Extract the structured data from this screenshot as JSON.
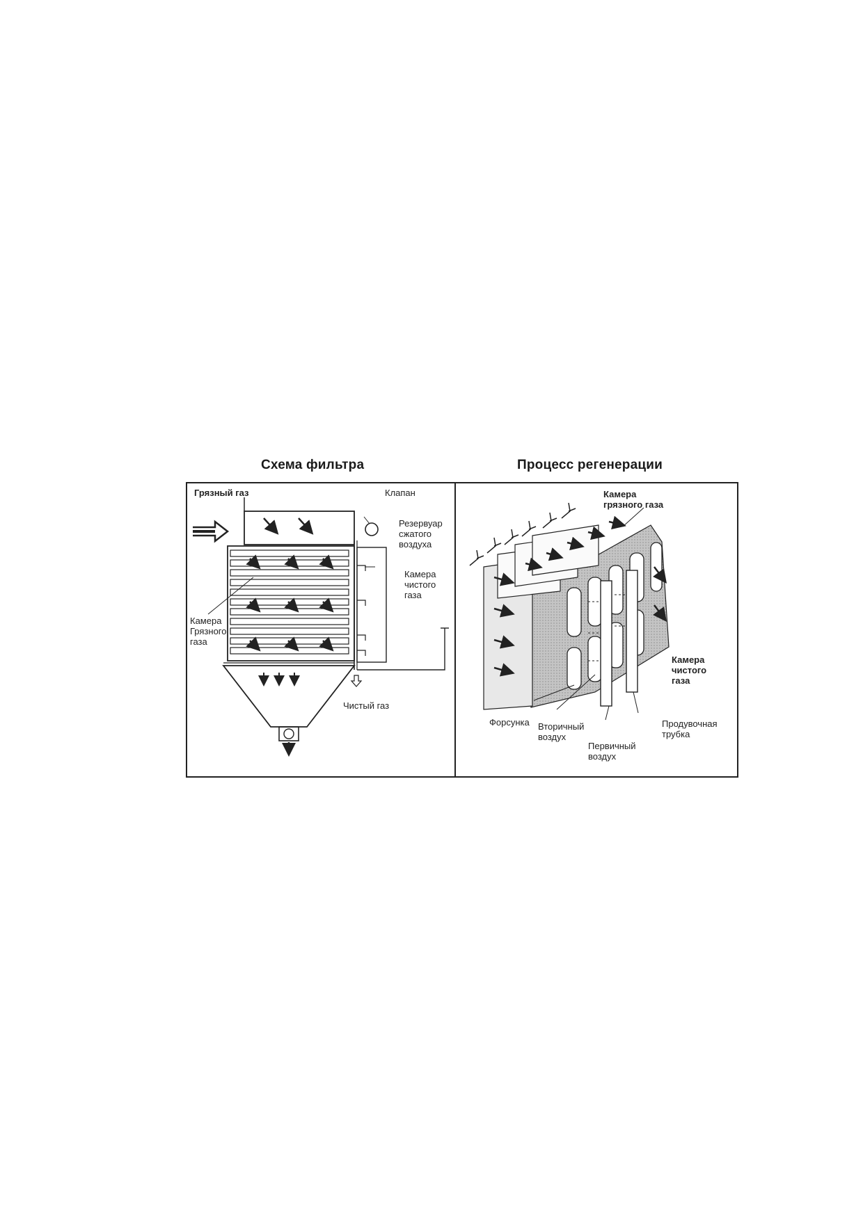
{
  "titles": {
    "left": "Схема фильтра",
    "right": "Процесс регенерации"
  },
  "left_labels": {
    "dirty_gas": "Грязный газ",
    "valve": "Клапан",
    "reservoir": "Резервуар\nсжатого\nвоздуха",
    "clean_chamber": "Камера\nчистого\nгаза",
    "dirty_chamber": "Камера\nГрязного\nгаза",
    "clean_gas": "Чистый газ"
  },
  "right_labels": {
    "dirty_chamber": "Камера\nгрязного газа",
    "clean_chamber": "Камера\nчистого\nгаза",
    "nozzle": "Форсунка",
    "secondary_air": "Вторичный\nвоздух",
    "primary_air": "Первичный\nвоздух",
    "blow_tube": "Продувочная\nтрубка"
  },
  "colors": {
    "line": "#222222",
    "shading": "#b8b8b8",
    "paper": "#ffffff"
  }
}
